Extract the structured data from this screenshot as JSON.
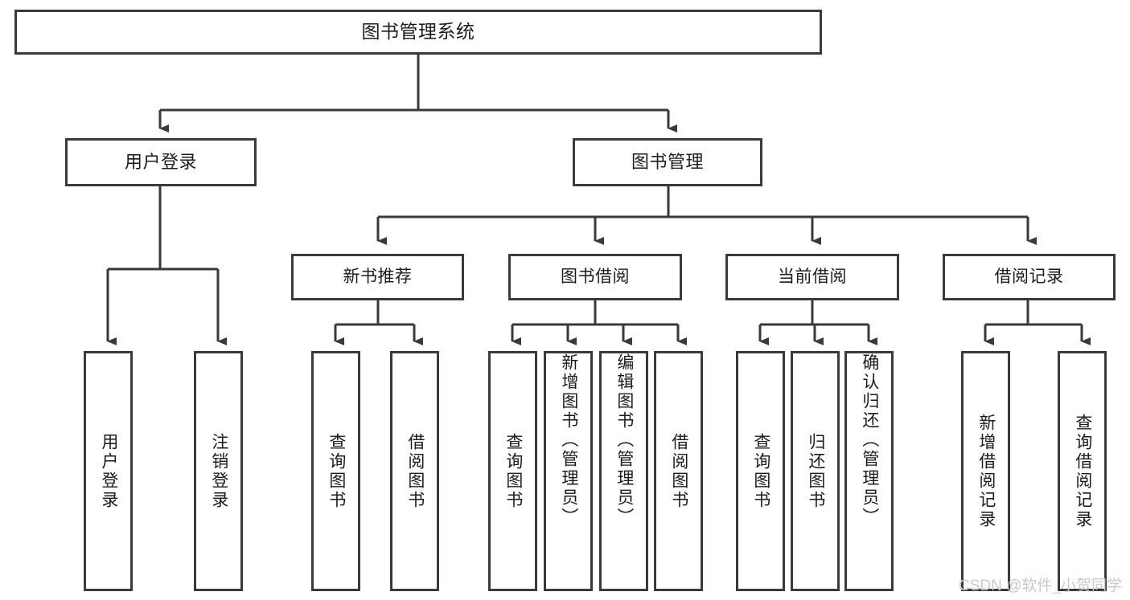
{
  "diagram": {
    "type": "tree-hierarchy",
    "title": "图书管理系统",
    "root": {
      "id": "root",
      "label": "图书管理系统"
    },
    "level1": [
      {
        "id": "user-login",
        "label": "用户登录"
      },
      {
        "id": "book-management",
        "label": "图书管理"
      }
    ],
    "level2": [
      {
        "id": "new-book-recommend",
        "label": "新书推荐",
        "parent": "book-management"
      },
      {
        "id": "book-borrow",
        "label": "图书借阅",
        "parent": "book-management"
      },
      {
        "id": "current-borrow",
        "label": "当前借阅",
        "parent": "book-management"
      },
      {
        "id": "borrow-record",
        "label": "借阅记录",
        "parent": "book-management"
      }
    ],
    "leaves": [
      {
        "id": "leaf-user-login",
        "label": "用户登录",
        "parent": "user-login"
      },
      {
        "id": "leaf-logout-login",
        "label": "注销登录",
        "parent": "user-login"
      },
      {
        "id": "leaf-query-book-1",
        "label": "查询图书",
        "parent": "new-book-recommend"
      },
      {
        "id": "leaf-borrow-book-1",
        "label": "借阅图书",
        "parent": "new-book-recommend"
      },
      {
        "id": "leaf-query-book-2",
        "label": "查询图书",
        "parent": "book-borrow"
      },
      {
        "id": "leaf-add-book",
        "label": "新增图书（管理员）",
        "parent": "book-borrow"
      },
      {
        "id": "leaf-edit-book",
        "label": "编辑图书（管理员）",
        "parent": "book-borrow"
      },
      {
        "id": "leaf-borrow-book-2",
        "label": "借阅图书",
        "parent": "book-borrow"
      },
      {
        "id": "leaf-query-book-3",
        "label": "查询图书",
        "parent": "current-borrow"
      },
      {
        "id": "leaf-return-book",
        "label": "归还图书",
        "parent": "current-borrow"
      },
      {
        "id": "leaf-confirm-return",
        "label": "确认归还（管理员）",
        "parent": "current-borrow"
      },
      {
        "id": "leaf-add-record",
        "label": "新增借阅记录",
        "parent": "borrow-record"
      },
      {
        "id": "leaf-query-record",
        "label": "查询借阅记录",
        "parent": "borrow-record"
      }
    ]
  },
  "watermark": {
    "text": "CSDN @软件_小贺同学"
  },
  "colors": {
    "stroke": "#3a3a3a",
    "text": "#1b1b1b",
    "background": "#ffffff",
    "watermark": "#c9c9c9"
  }
}
